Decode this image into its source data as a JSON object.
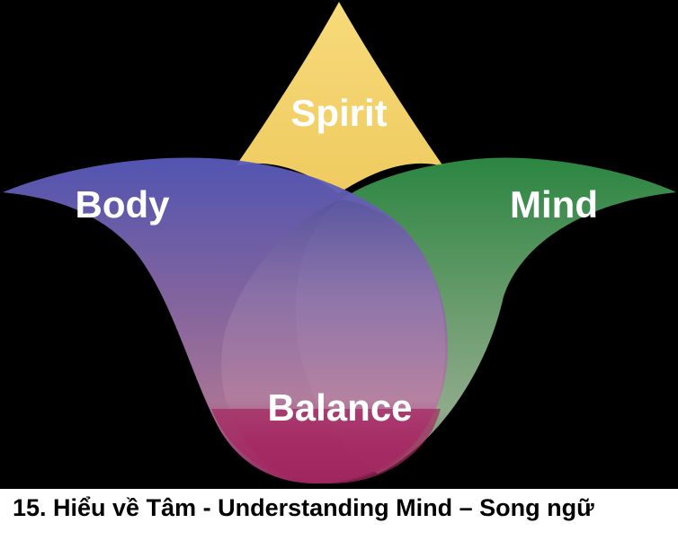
{
  "diagram": {
    "labels": {
      "spirit": "Spirit",
      "body": "Body",
      "mind": "Mind",
      "balance": "Balance"
    },
    "colors": {
      "background": "#000000",
      "spirit": "#F5D572",
      "body": "#5E60B8",
      "mind": "#3F9A4F",
      "balance": "#A3245E",
      "label": "#ffffff"
    }
  },
  "caption": "15. Hiểu về Tâm - Understanding Mind – Song ngữ"
}
